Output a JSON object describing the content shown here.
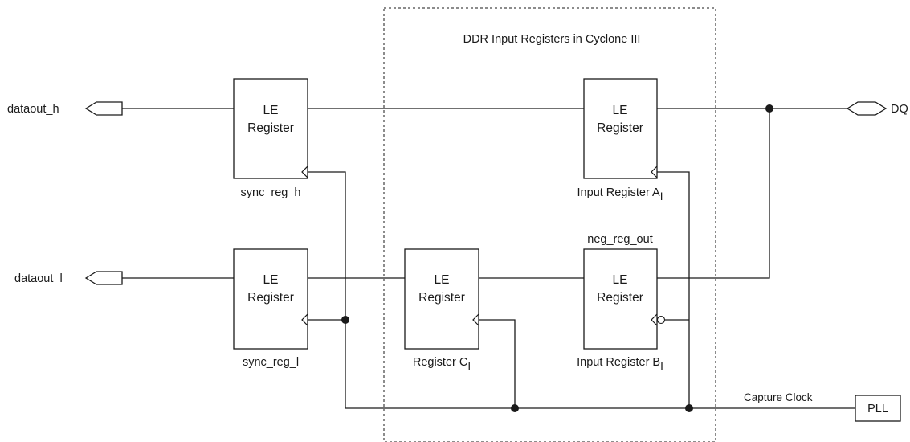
{
  "region_title": "DDR Input Registers in Cyclone III",
  "pins": {
    "dataout_h": "dataout_h",
    "dataout_l": "dataout_l",
    "dq": "DQ"
  },
  "registers": {
    "sync_reg_h": {
      "line1": "LE",
      "line2": "Register",
      "caption": "sync_reg_h"
    },
    "sync_reg_l": {
      "line1": "LE",
      "line2": "Register",
      "caption": "sync_reg_l"
    },
    "reg_c": {
      "line1": "LE",
      "line2": "Register",
      "caption": "Register C",
      "subscript": "I"
    },
    "reg_a": {
      "line1": "LE",
      "line2": "Register",
      "caption": "Input  Register A",
      "subscript": "I"
    },
    "reg_b": {
      "line1": "LE",
      "line2": "Register",
      "caption": "Input  Register B",
      "subscript": "I",
      "top_caption": "neg_reg_out"
    }
  },
  "clock": {
    "label": "Capture Clock",
    "pll": "PLL"
  }
}
